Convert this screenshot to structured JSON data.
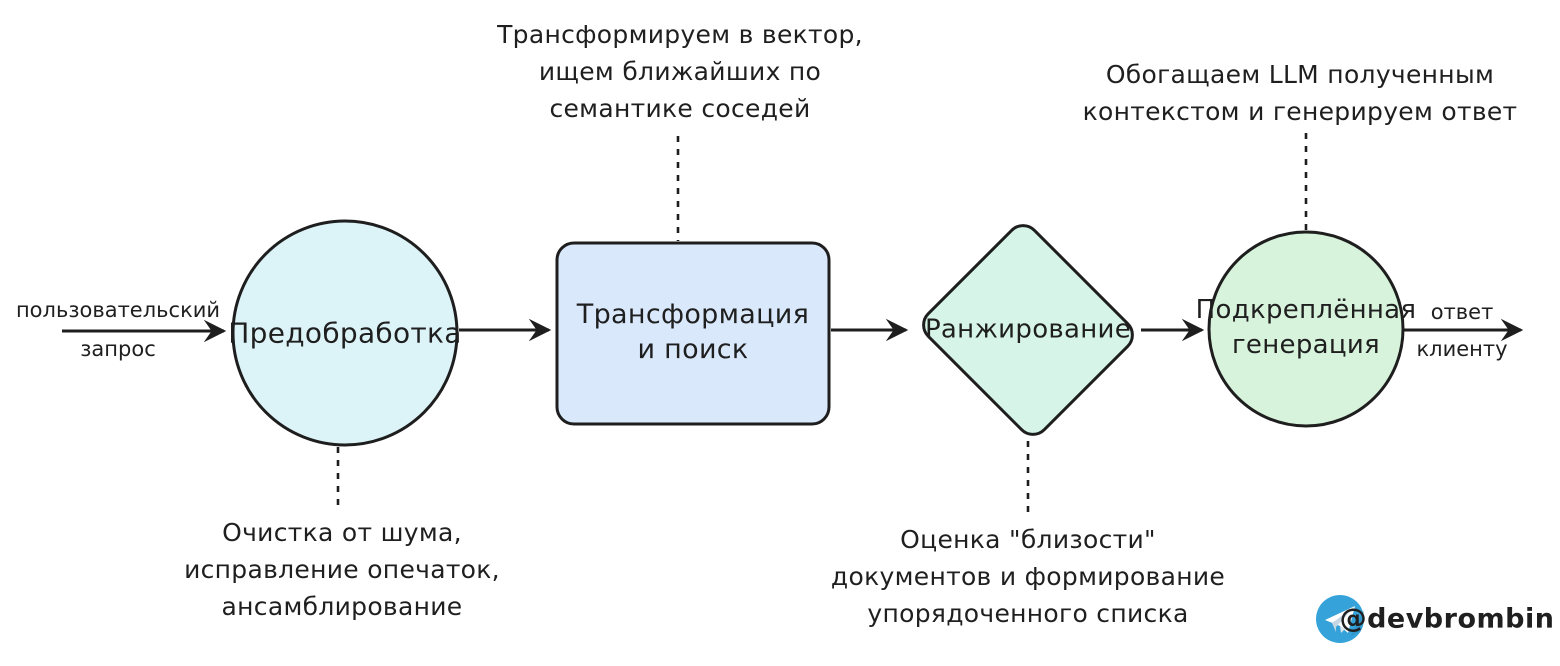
{
  "diagram_title": "RAG pipeline flow",
  "edges": {
    "input": {
      "line1": "пользовательский",
      "line2": "запрос"
    },
    "output": {
      "line1": "ответ",
      "line2": "клиенту"
    }
  },
  "nodes": {
    "preprocess": {
      "shape": "circle",
      "label": "Предобработка",
      "fill": "#dcf3f8"
    },
    "transform": {
      "shape": "rounded-rect",
      "label_line1": "Трансформация",
      "label_line2": "и поиск",
      "fill": "#d9e9fb"
    },
    "ranking": {
      "shape": "diamond",
      "label": "Ранжирование",
      "fill": "#d6f5e8"
    },
    "generation": {
      "shape": "circle",
      "label_line1": "Подкреплённая",
      "label_line2": "генерация",
      "fill": "#d7f3dc"
    }
  },
  "annotations": {
    "vectorize": {
      "attached_to": "transform",
      "lines": [
        "Трансформируем в вектор,",
        "ищем ближайших по",
        "семантике соседей"
      ]
    },
    "enrich": {
      "attached_to": "generation",
      "lines": [
        "Обогащаем LLM полученным",
        "контекстом и генерируем ответ"
      ]
    },
    "cleanup": {
      "attached_to": "preprocess",
      "lines": [
        "Очистка от шума,",
        "исправление опечаток,",
        "ансамблирование"
      ]
    },
    "scoring": {
      "attached_to": "ranking",
      "lines": [
        "Оценка \"близости\"",
        "документов и формирование",
        "упорядоченного списка"
      ]
    }
  },
  "footer": {
    "telegram_handle": "@devbrombin"
  },
  "colors": {
    "stroke": "#1e1e1e",
    "telegram_blue": "#35a3d9",
    "telegram_plane": "#ffffff"
  }
}
